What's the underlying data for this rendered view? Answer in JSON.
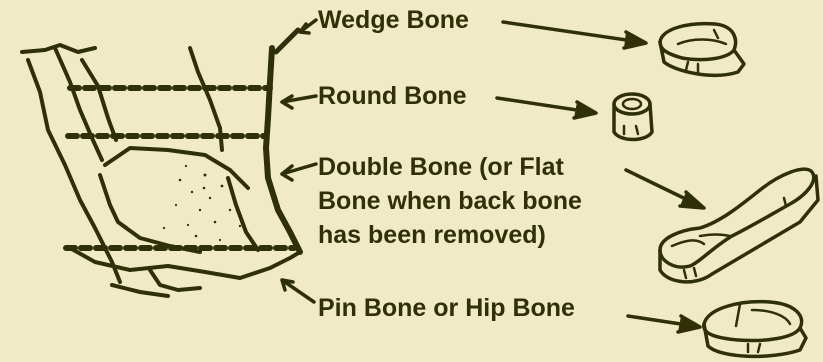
{
  "colors": {
    "background": "#f0ebc6",
    "ink": "#2f3008"
  },
  "labels": {
    "wedge": "Wedge Bone",
    "round": "Round Bone",
    "double_line1": "Double Bone (or Flat",
    "double_line2": "Bone when back bone",
    "double_line3": "has been removed)",
    "pin": "Pin Bone or Hip Bone"
  }
}
